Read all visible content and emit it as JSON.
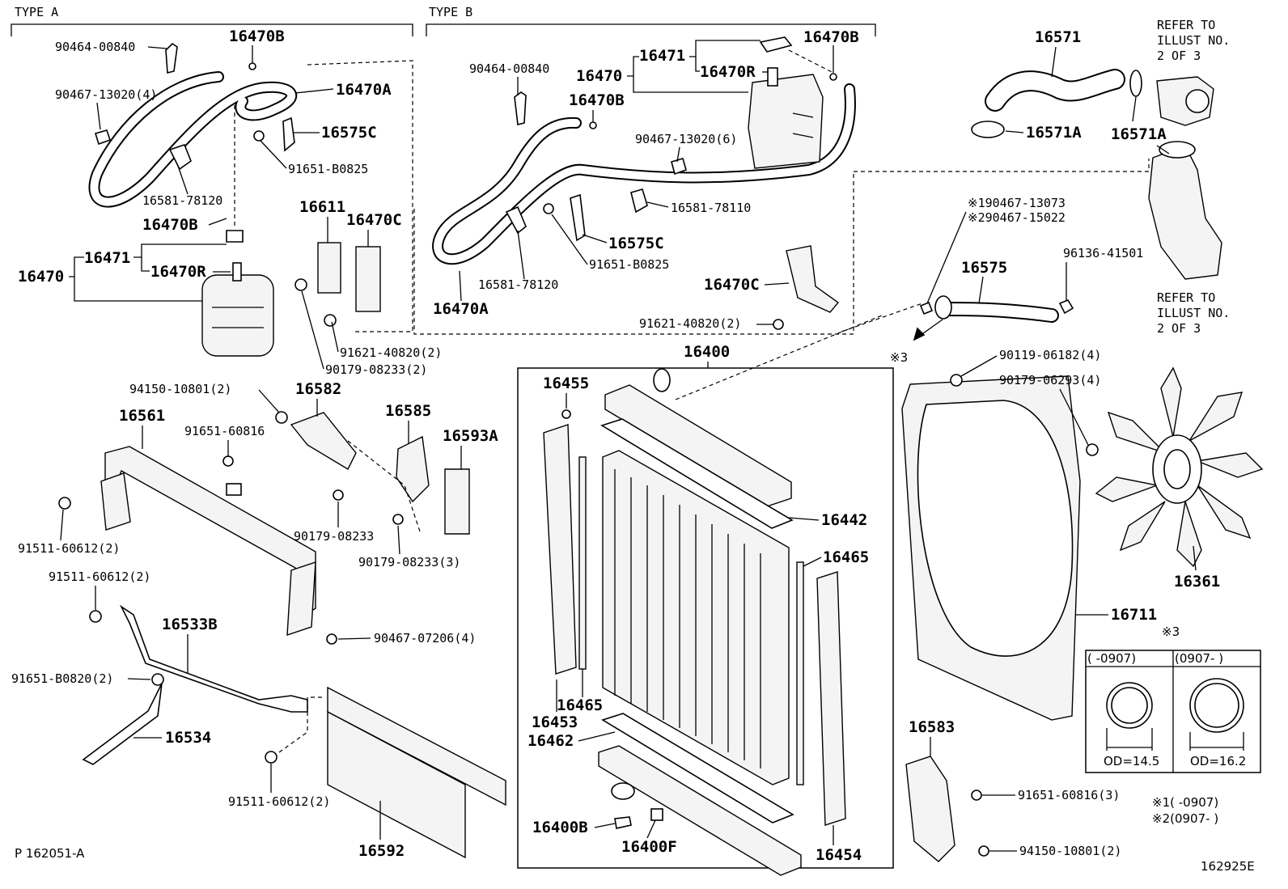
{
  "sections": {
    "type_a": "TYPE A",
    "type_b": "TYPE B"
  },
  "refer_top": [
    "REFER TO",
    "ILLUST NO.",
    "2 OF 3"
  ],
  "refer_bottom": [
    "REFER TO",
    "ILLUST NO.",
    "2 OF 3"
  ],
  "labels": {
    "a_90464": "90464-00840",
    "a_16470B_top": "16470B",
    "a_90467": "90467-13020(4)",
    "a_16470A": "16470A",
    "a_16575C": "16575C",
    "a_91651": "91651-B0825",
    "a_16581": "16581-78120",
    "a_16470B_mid": "16470B",
    "a_16611": "16611",
    "a_16470C": "16470C",
    "a_16471": "16471",
    "a_16470": "16470",
    "a_16470R": "16470R",
    "a_91621": "91621-40820(2)",
    "a_90179": "90179-08233(2)",
    "b_90464": "90464-00840",
    "b_16471": "16471",
    "b_16470B_top": "16470B",
    "b_16470": "16470",
    "b_16470R": "16470R",
    "b_16470B_mid": "16470B",
    "b_90467": "90467-13020(6)",
    "b_16581_78110": "16581-78110",
    "b_16575C": "16575C",
    "b_91651": "91651-B0825",
    "b_16581_78120": "16581-78120",
    "b_16470A": "16470A",
    "b_16470C": "16470C",
    "b_91621": "91621-40820(2)",
    "r_16571": "16571",
    "r_16571A_l": "16571A",
    "r_16571A_r": "16571A",
    "r_note1": "※190467-13073",
    "r_note2": "※290467-15022",
    "r_16575": "16575",
    "r_96136": "96136-41501",
    "r_star3": "※3",
    "m_16400": "16400",
    "m_16455": "16455",
    "m_16442": "16442",
    "m_16465_r": "16465",
    "m_16465_l": "16465",
    "m_16453": "16453",
    "m_16462": "16462",
    "m_16400B": "16400B",
    "m_16400F": "16400F",
    "m_16454": "16454",
    "l_94150": "94150-10801(2)",
    "l_16582": "16582",
    "l_16561": "16561",
    "l_91651_60816": "91651-60816",
    "l_16585": "16585",
    "l_16593A": "16593A",
    "l_91511_a": "91511-60612(2)",
    "l_90179_08233": "90179-08233",
    "l_90179_3": "90179-08233(3)",
    "l_91511_b": "91511-60612(2)",
    "l_16533B": "16533B",
    "l_90467_07206": "90467-07206(4)",
    "l_91651_B0820": "91651-B0820(2)",
    "l_16534": "16534",
    "l_91511_c": "91511-60612(2)",
    "l_16592": "16592",
    "f_90119": "90119-06182(4)",
    "f_90179": "90179-06293(4)",
    "f_16361": "16361",
    "f_16711": "16711",
    "f_star3": "※3",
    "f_16583": "16583",
    "f_91651": "91651-60816(3)",
    "f_94150": "94150-10801(2)"
  },
  "od_table": {
    "col1_header": "(     -0907)",
    "col2_header": "(0907-     )",
    "col1_od": "OD=14.5",
    "col2_od": "OD=16.2"
  },
  "footnotes": {
    "n1": "※1(     -0907)",
    "n2": "※2(0907-     )"
  },
  "ref_code": "P 162051-A",
  "drawing_no": "162925E"
}
